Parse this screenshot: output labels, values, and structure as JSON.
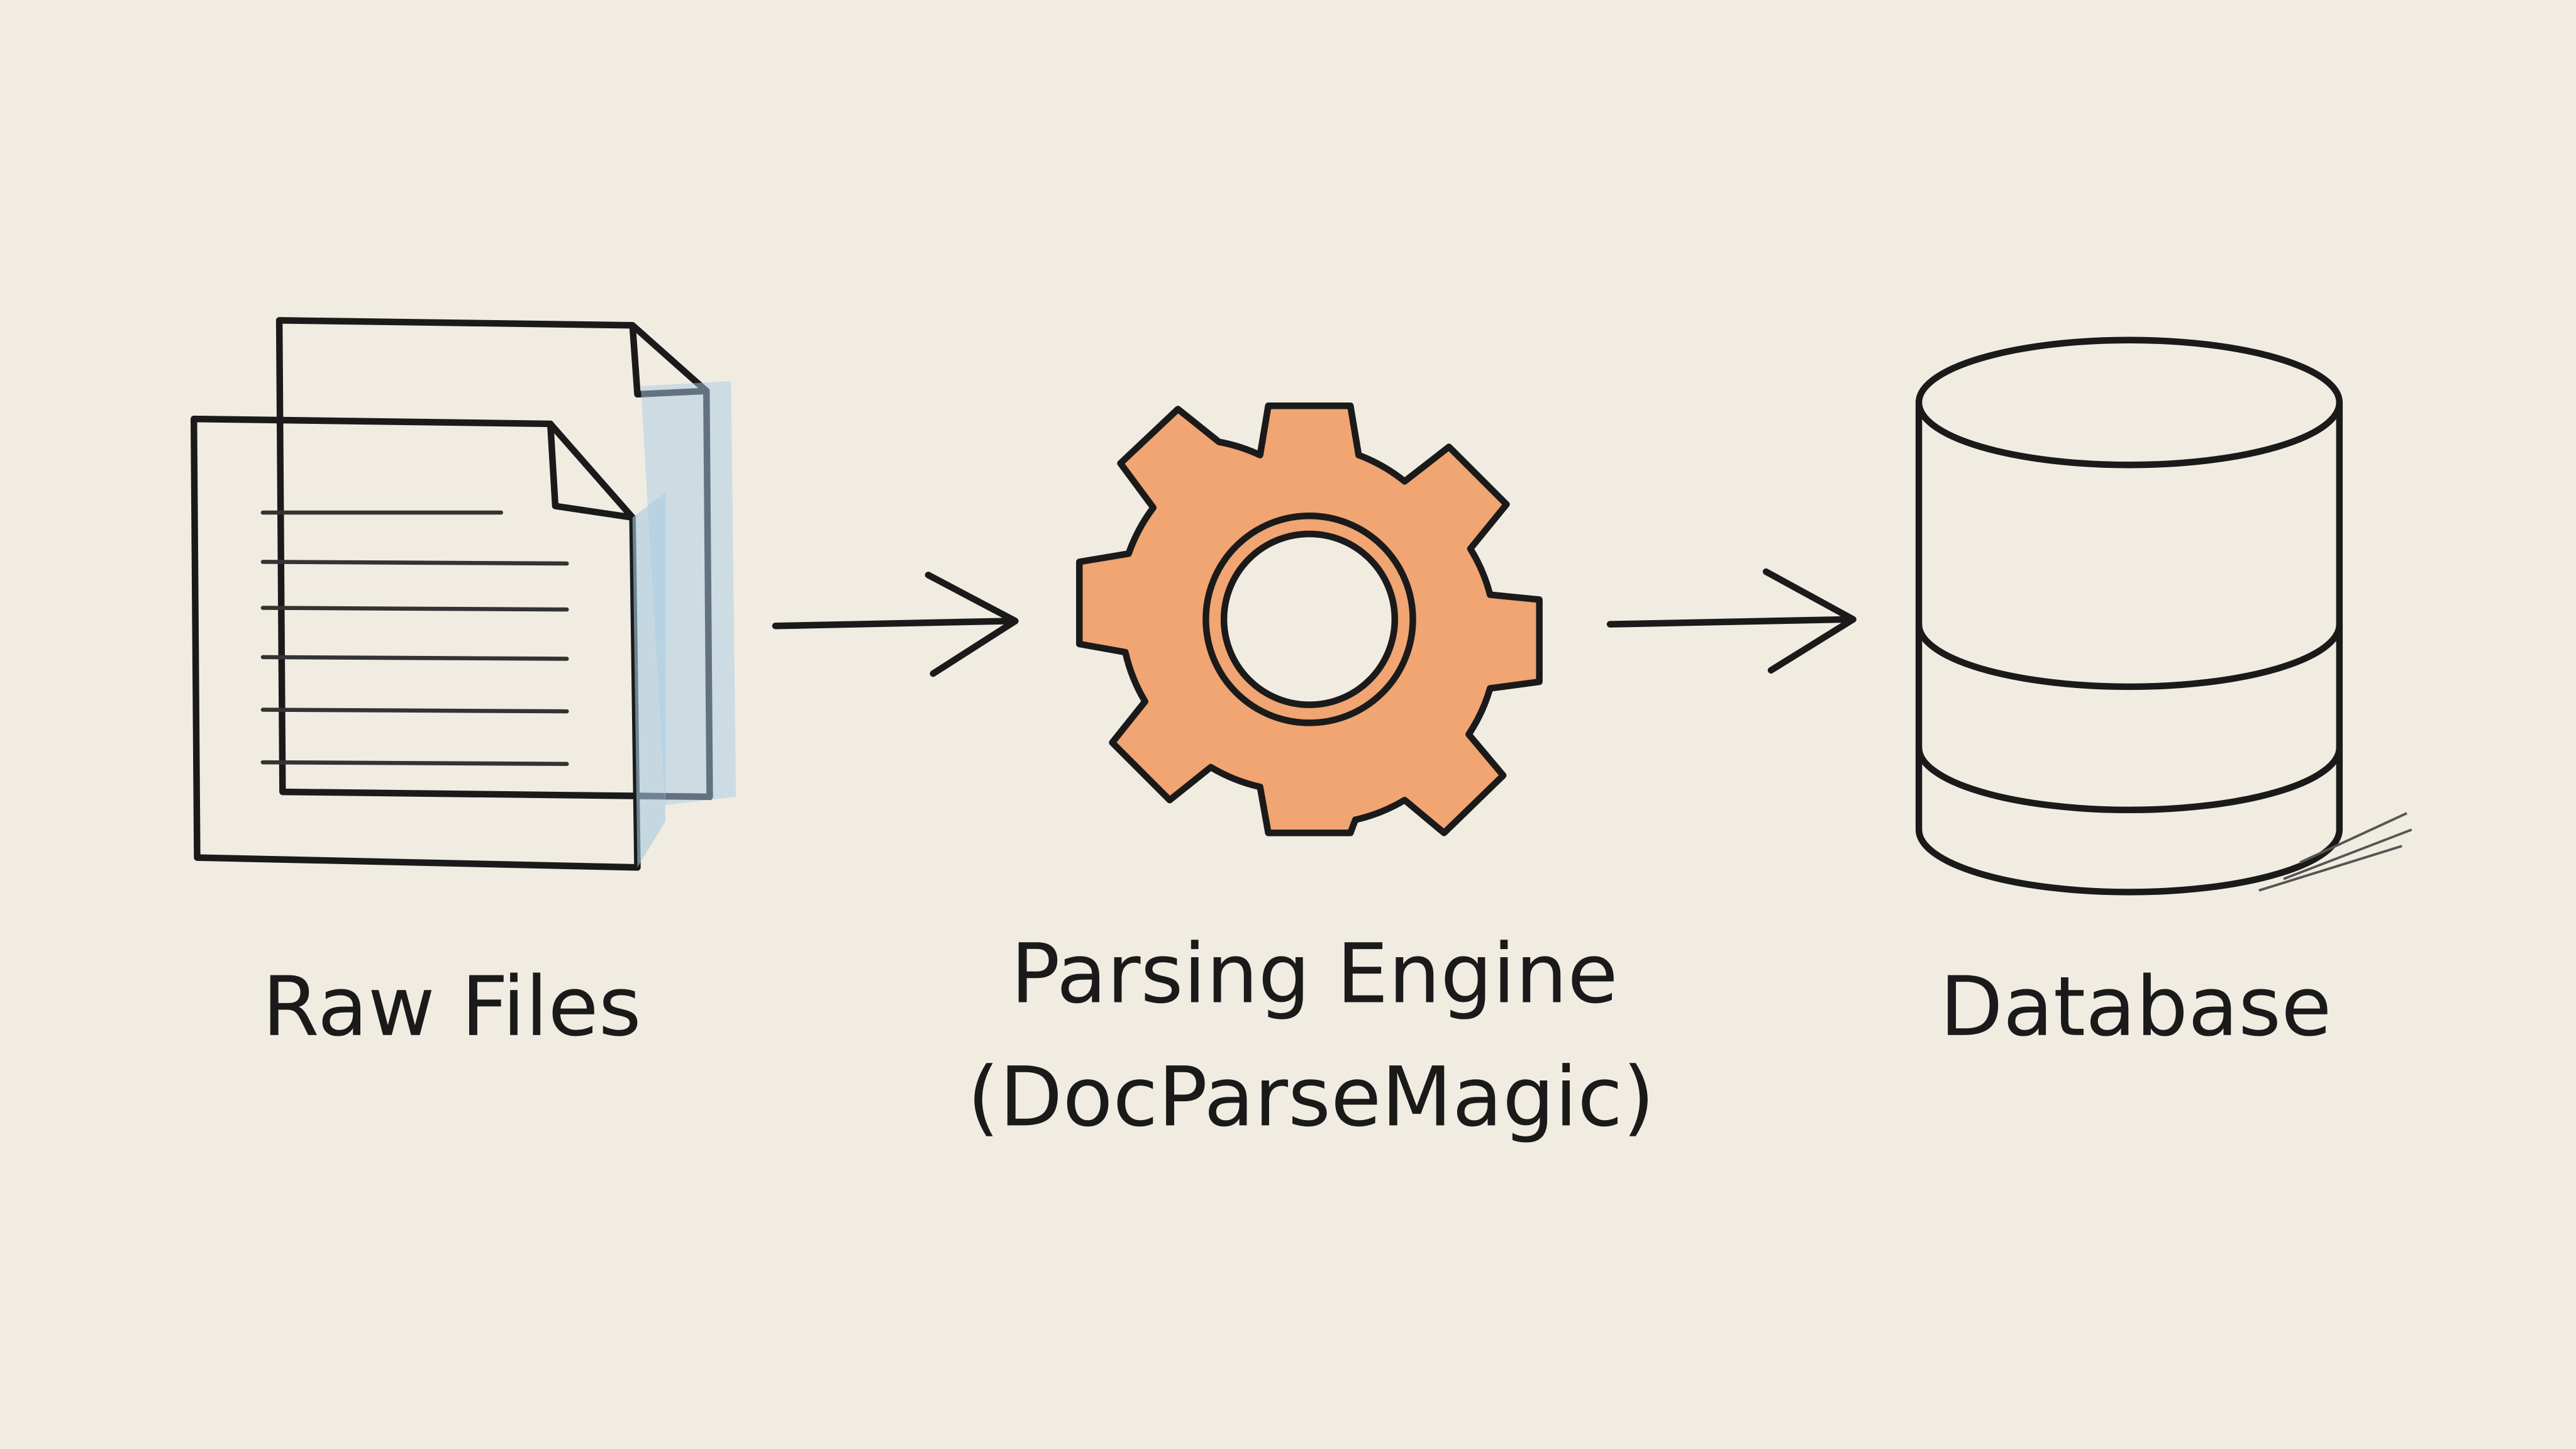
{
  "diagram": {
    "nodes": [
      {
        "id": "raw-files",
        "label": "Raw Files",
        "icon": "documents-icon"
      },
      {
        "id": "parsing-engine",
        "label_line1": "Parsing Engine",
        "label_line2": "(DocParseMagic)",
        "icon": "gear-icon"
      },
      {
        "id": "database",
        "label": "Database",
        "icon": "database-icon"
      }
    ],
    "edges": [
      {
        "from": "raw-files",
        "to": "parsing-engine"
      },
      {
        "from": "parsing-engine",
        "to": "database"
      }
    ],
    "colors": {
      "background": "#f1ece2",
      "ink": "#1a1a1a",
      "paper": "#f7f4ee",
      "paper_shadow": "#a9cbe3",
      "gear": "#f0a572",
      "database": "#d3dde6"
    }
  }
}
